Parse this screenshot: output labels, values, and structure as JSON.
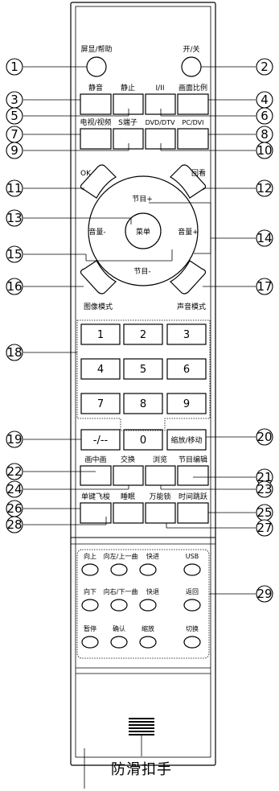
{
  "top": {
    "osd_help": "屏显/帮助",
    "power": "开/关"
  },
  "row1": [
    "静音",
    "静止",
    "I/II",
    "画面比例"
  ],
  "row2": [
    "电视/视频",
    "S端子",
    "DVD/DTV",
    "PC/DVI"
  ],
  "dpad": {
    "ok": "OK",
    "back": "回看",
    "ch_up": "节目+",
    "ch_down": "节目-",
    "menu": "菜单",
    "vol_down": "音量-",
    "vol_up": "音量+",
    "picture_mode": "图像模式",
    "sound_mode": "声音模式"
  },
  "digits": [
    "1",
    "2",
    "3",
    "4",
    "5",
    "6",
    "7",
    "8",
    "9"
  ],
  "digit_row": {
    "dash": "-/--",
    "zero": "0",
    "zoom_move": "缩放/移动"
  },
  "row3": [
    "画中画",
    "交换",
    "浏览",
    "节目编辑"
  ],
  "row4": [
    "单键飞梭",
    "睡眠",
    "万能锁",
    "时间跳跃"
  ],
  "media": {
    "labels": [
      "向上",
      "向左/上一曲",
      "快进",
      "USB",
      "向下",
      "向右/下一曲",
      "快退",
      "返回",
      "暂停",
      "确认",
      "缩放",
      "切换"
    ]
  },
  "callouts": [
    "1",
    "2",
    "3",
    "4",
    "5",
    "6",
    "7",
    "8",
    "9",
    "10",
    "11",
    "12",
    "13",
    "14",
    "15",
    "16",
    "17",
    "18",
    "19",
    "20",
    "21",
    "22",
    "23",
    "24",
    "25",
    "26",
    "27",
    "28",
    "29"
  ],
  "grip_label": "防滑扣手"
}
